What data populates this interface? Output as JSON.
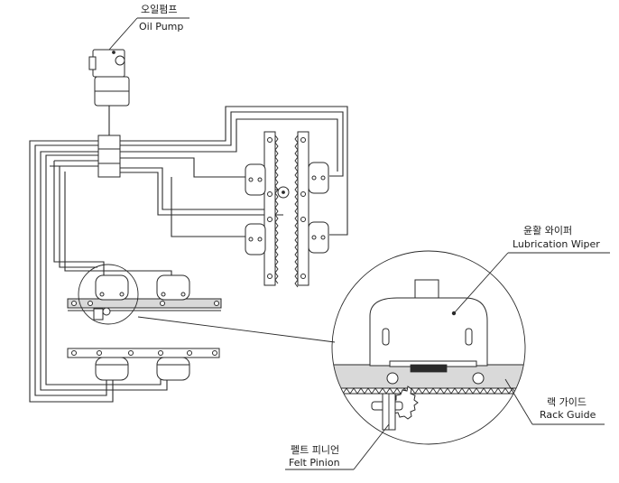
{
  "labels": {
    "oil_pump_ko": "오일펌프",
    "oil_pump_en": "Oil Pump",
    "wiper_ko": "윤활 와이퍼",
    "wiper_en": "Lubrication Wiper",
    "rack_ko": "랙 가이드",
    "rack_en": "Rack Guide",
    "felt_ko": "펠트 피니언",
    "felt_en": "Felt Pinion"
  }
}
